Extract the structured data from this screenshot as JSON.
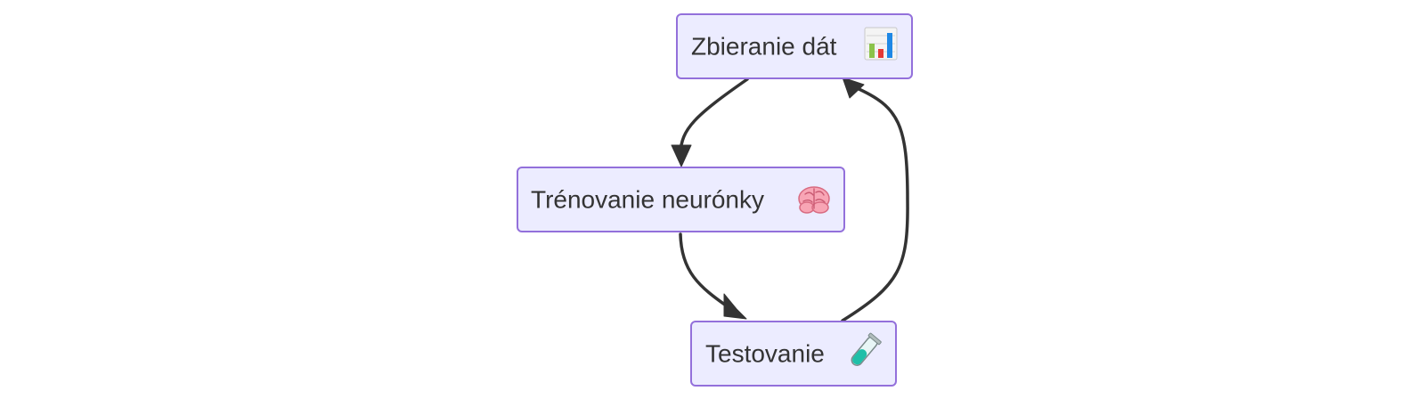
{
  "nodes": {
    "collect": {
      "label": "Zbieranie dát",
      "icon": "bar-chart-icon"
    },
    "train": {
      "label": "Trénovanie neurónky",
      "icon": "brain-icon"
    },
    "test": {
      "label": "Testovanie",
      "icon": "test-tube-icon"
    }
  },
  "edges": [
    {
      "from": "collect",
      "to": "train"
    },
    {
      "from": "train",
      "to": "test"
    },
    {
      "from": "test",
      "to": "collect"
    }
  ],
  "colors": {
    "node_fill": "#ececff",
    "node_stroke": "#9370db",
    "edge": "#333333",
    "text": "#333333"
  }
}
